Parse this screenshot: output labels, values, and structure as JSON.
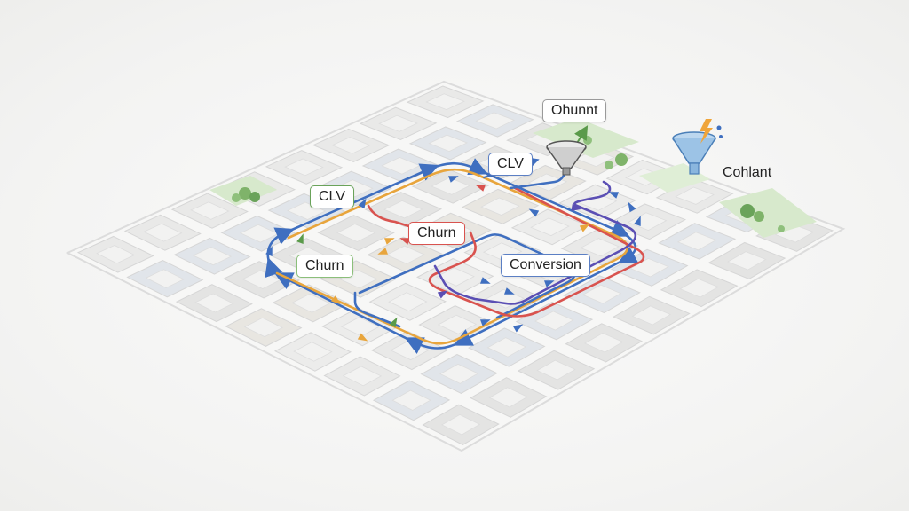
{
  "labels": {
    "clv_top": "CLV",
    "clv_left": "CLV",
    "churn_left": "Churn",
    "churn_center": "Churn",
    "conversion": "Conversion",
    "funnel_label": "Ohunnt",
    "side_label": "Cohlant"
  },
  "colors": {
    "blue": "#3f6fc0",
    "orange": "#e8a53c",
    "red": "#d9534f",
    "purple": "#5b4fb4",
    "green": "#5a9a4a",
    "grid": "#d9d9d9",
    "tile": "#e7e7e7",
    "park": "#cfe3c3"
  },
  "icons": {
    "funnel": "funnel-icon",
    "funnel_spark": "lightning-icon"
  }
}
